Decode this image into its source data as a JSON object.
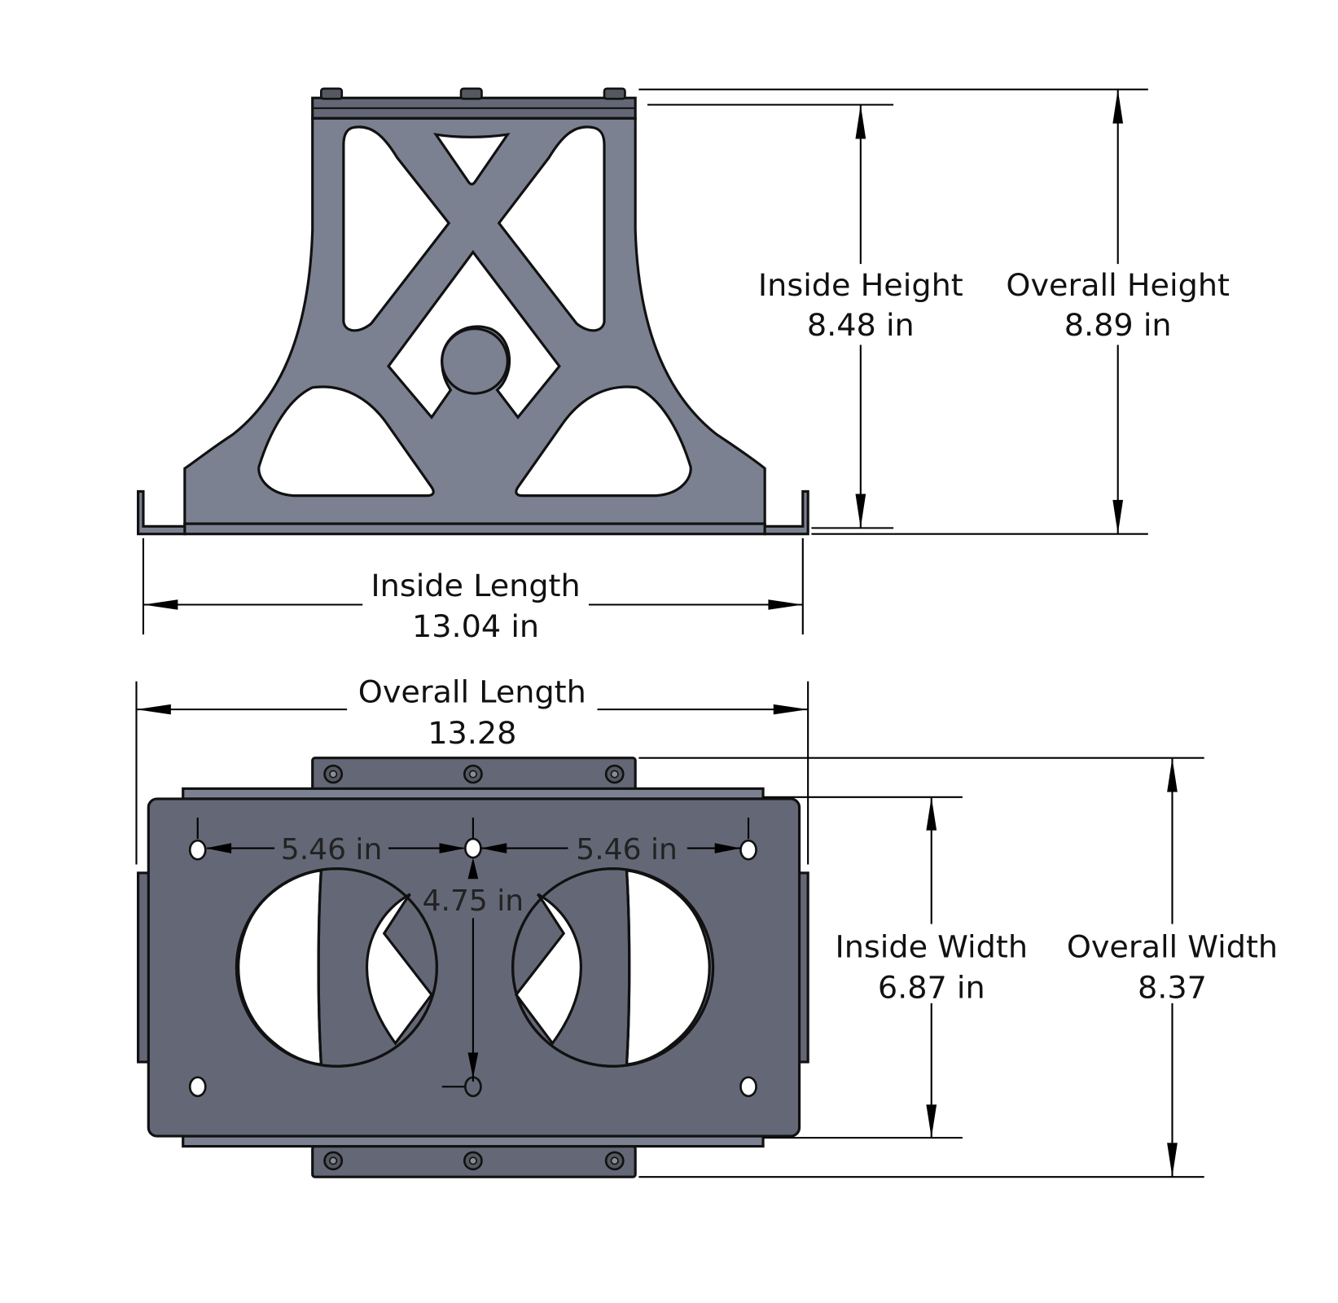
{
  "drawing": {
    "title": "Bracket dimension drawing",
    "colors": {
      "plate_side_view": "#7b8190",
      "plate_top_view": "#646876",
      "background": "#ffffff",
      "lines": "#000000"
    }
  },
  "side_view": {
    "inside_height": {
      "label": "Inside Height",
      "value": "8.48 in"
    },
    "overall_height": {
      "label": "Overall Height",
      "value": "8.89 in"
    },
    "inside_length": {
      "label": "Inside Length",
      "value": "13.04 in"
    }
  },
  "top_view": {
    "overall_length": {
      "label": "Overall Length",
      "value": "13.28"
    },
    "hole_spacing_left": {
      "value": "5.46 in"
    },
    "hole_spacing_right": {
      "value": "5.46 in"
    },
    "hole_vertical_spacing": {
      "value": "4.75 in"
    },
    "inside_width": {
      "label": "Inside Width",
      "value": "6.87 in"
    },
    "overall_width": {
      "label": "Overall Width",
      "value": "8.37"
    }
  }
}
